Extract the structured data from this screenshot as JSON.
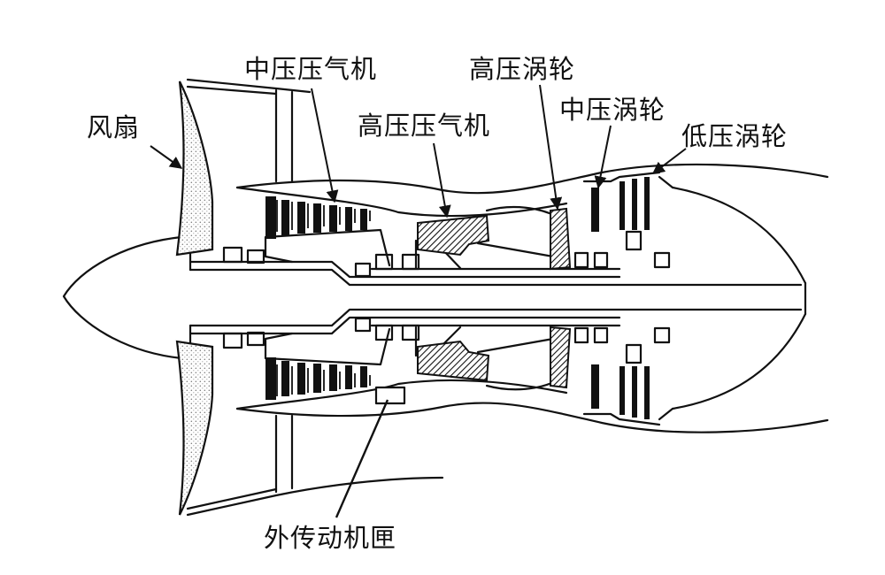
{
  "labels": {
    "fan": "风扇",
    "ip_compressor": "中压压气机",
    "hp_compressor": "高压压气机",
    "hp_turbine": "高压涡轮",
    "ip_turbine": "中压涡轮",
    "lp_turbine": "低压涡轮",
    "gearbox": "外传动机匣"
  },
  "colors": {
    "line": "#111111",
    "stipple": "#cfcfcf",
    "background": "#ffffff"
  }
}
